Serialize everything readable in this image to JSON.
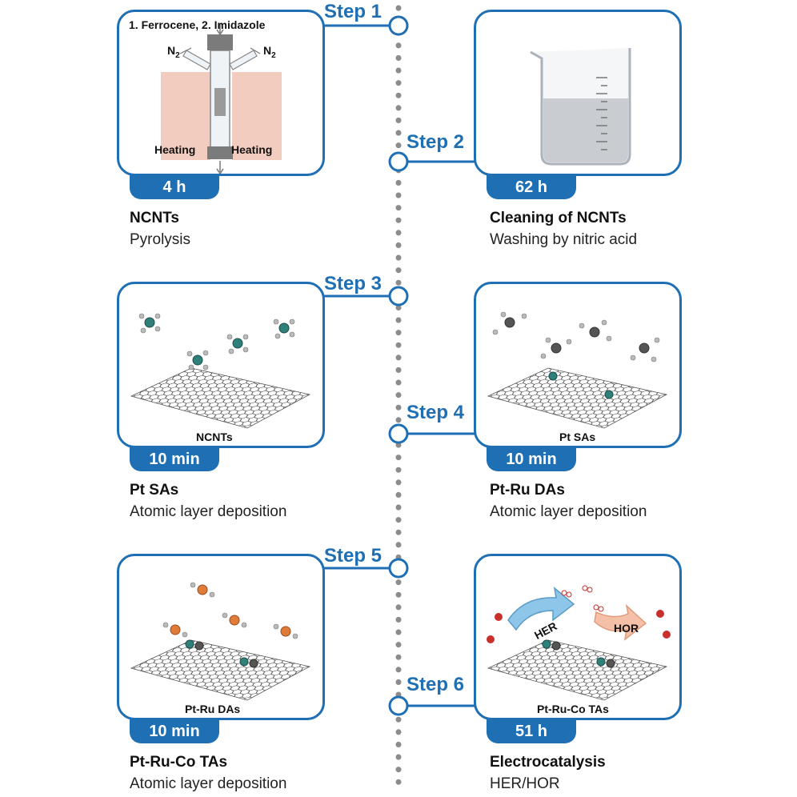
{
  "steps": [
    {
      "label": "Step 1",
      "duration": "4 h",
      "title": "NCNTs",
      "subtitle": "Pyrolysis"
    },
    {
      "label": "Step 2",
      "duration": "62 h",
      "title": "Cleaning of NCNTs",
      "subtitle": "Washing by nitric acid"
    },
    {
      "label": "Step 3",
      "duration": "10 min",
      "title": "Pt SAs",
      "subtitle": "Atomic layer deposition",
      "panel_label": "NCNTs"
    },
    {
      "label": "Step 4",
      "duration": "10 min",
      "title": "Pt-Ru DAs",
      "subtitle": "Atomic layer deposition",
      "panel_label": "Pt SAs"
    },
    {
      "label": "Step 5",
      "duration": "10 min",
      "title": "Pt-Ru-Co TAs",
      "subtitle": "Atomic layer deposition",
      "panel_label": "Pt-Ru DAs"
    },
    {
      "label": "Step 6",
      "duration": "51 h",
      "title": "Electrocatalysis",
      "subtitle": "HER/HOR",
      "panel_label": "Pt-Ru-Co TAs"
    }
  ],
  "reactor": {
    "precursors": "1. Ferrocene,  2. Imidazole",
    "gas_left": "N",
    "gas_right": "N",
    "gas_subscript": "2",
    "heating_left": "Heating",
    "heating_right": "Heating"
  },
  "arrows": {
    "her": "HER",
    "hor": "HOR"
  },
  "colors": {
    "accent": "#1f6fb5",
    "dots": "#8c8c8c",
    "heating": "#e9a58f",
    "pt": "#2f7f7a",
    "ru": "#555555",
    "co": "#e07b39"
  }
}
